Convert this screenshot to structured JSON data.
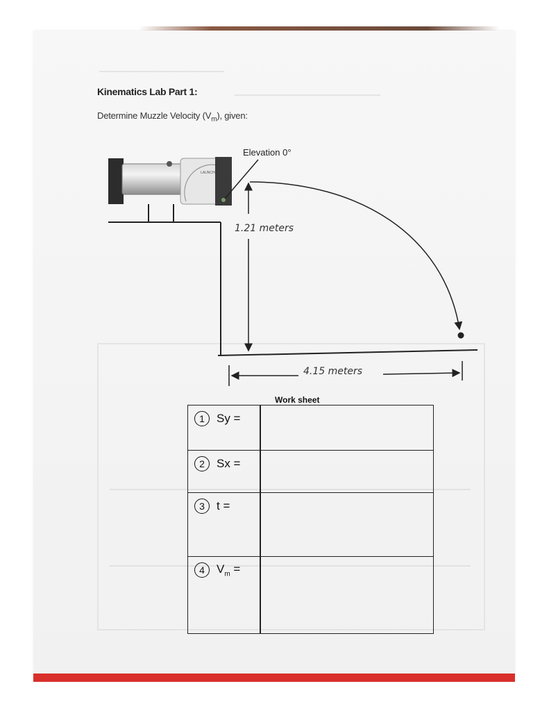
{
  "document": {
    "title": "Kinematics Lab Part 1:",
    "subtitle_prefix": "Determine Muzzle Velocity (V",
    "subtitle_sub": "m",
    "subtitle_suffix": "),  given:"
  },
  "diagram": {
    "elevation_label": "Elevation 0°",
    "height_label": "1.21 meters",
    "distance_label": "4.15 meters",
    "launcher_brand": "LAUNCHER"
  },
  "worksheet": {
    "title": "Work sheet",
    "rows": [
      {
        "num": "1",
        "label": "Sy =",
        "sub": "",
        "suffix": ""
      },
      {
        "num": "2",
        "label": "Sx =",
        "sub": "",
        "suffix": ""
      },
      {
        "num": "3",
        "label": "t =",
        "sub": "",
        "suffix": ""
      },
      {
        "num": "4",
        "label": "V",
        "sub": "m",
        "suffix": " ="
      }
    ]
  },
  "colors": {
    "paper": "#f5f5f5",
    "ink": "#222222",
    "bottom_edge": "#d9302c"
  }
}
